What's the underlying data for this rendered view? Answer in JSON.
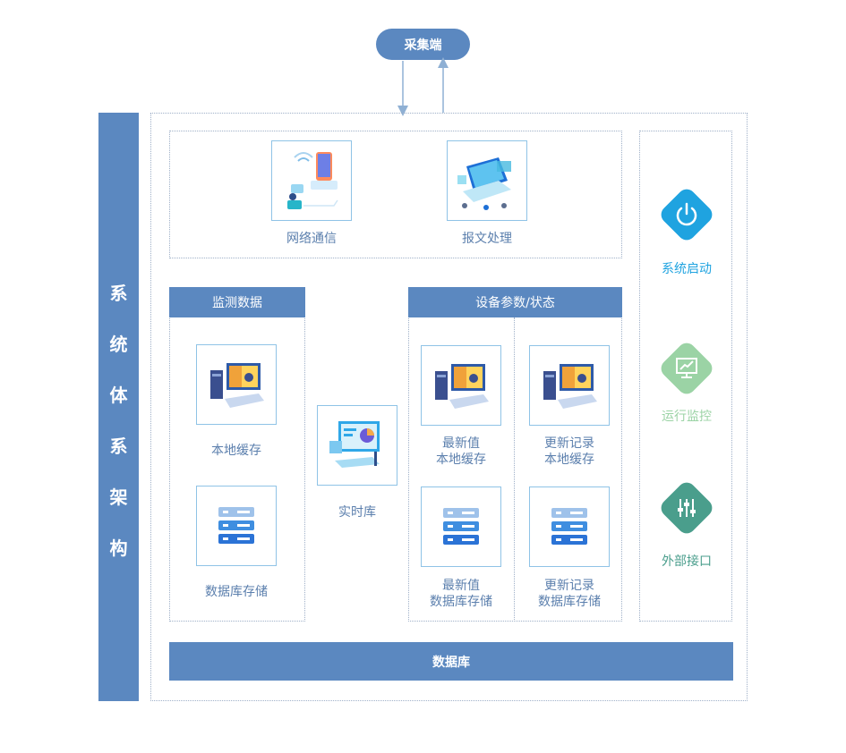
{
  "top": {
    "collector": "采集端"
  },
  "side": {
    "title_chars": [
      "系",
      "统",
      "体",
      "系",
      "架",
      "构"
    ]
  },
  "network": {
    "label": "网络通信"
  },
  "message": {
    "label": "报文处理"
  },
  "monitor": {
    "header": "监测数据",
    "local_cache": "本地缓存",
    "db_storage": "数据库存储"
  },
  "realtime": {
    "label": "实时库"
  },
  "device": {
    "header": "设备参数/状态",
    "latest_local": [
      "最新值",
      "本地缓存"
    ],
    "update_local": [
      "更新记录",
      "本地缓存"
    ],
    "latest_db": [
      "最新值",
      "数据库存储"
    ],
    "update_db": [
      "更新记录",
      "数据库存储"
    ]
  },
  "right": {
    "start": {
      "label": "系统启动",
      "color": "#1fa3e0"
    },
    "monitor": {
      "label": "运行监控",
      "color": "#9bd3a5"
    },
    "interface": {
      "label": "外部接口",
      "color": "#4a9e8c"
    }
  },
  "database": {
    "label": "数据库"
  }
}
